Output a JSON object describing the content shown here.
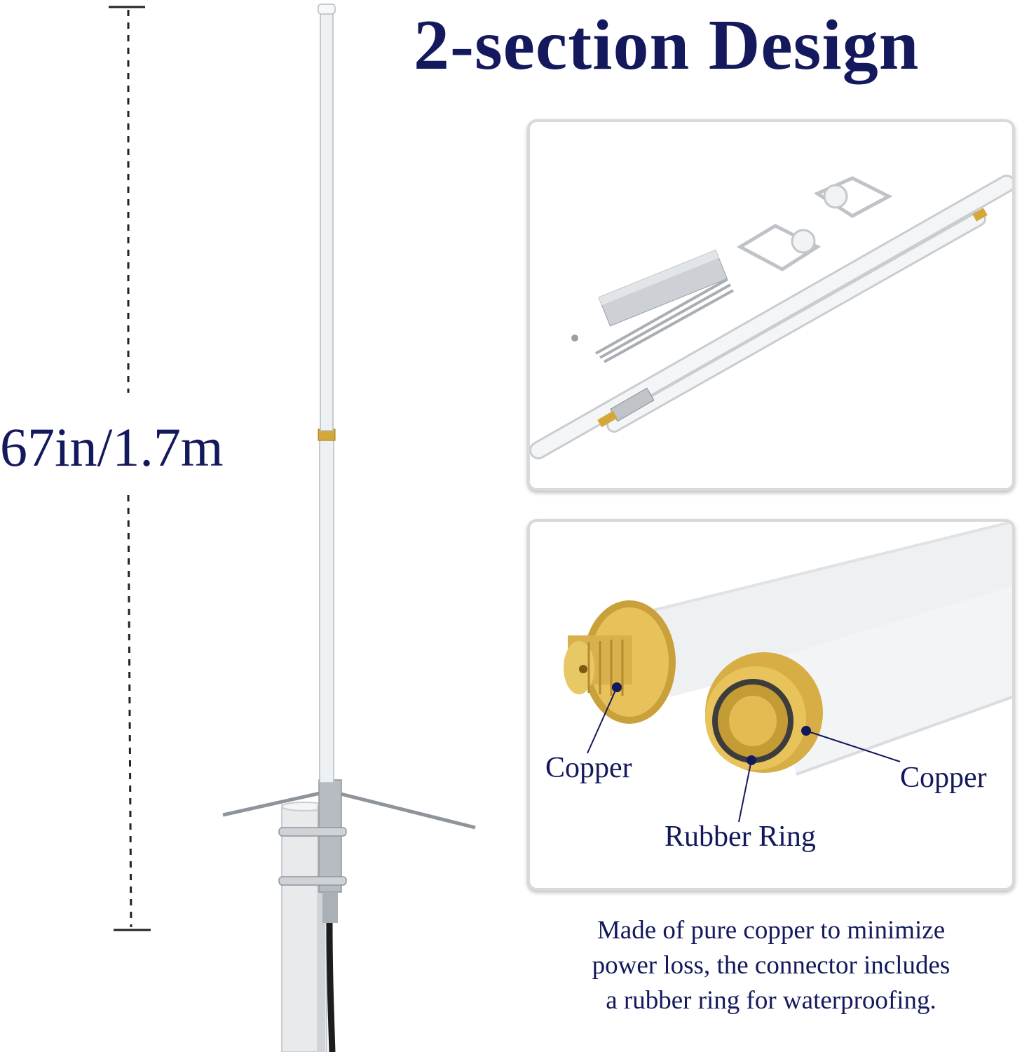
{
  "title": "2-section Design",
  "height_label": "67in/1.7m",
  "callouts": {
    "copper_left": "Copper",
    "copper_right": "Copper",
    "rubber_ring": "Rubber Ring"
  },
  "caption_lines": [
    "Made of pure copper to minimize",
    "power loss, the connector includes",
    "a rubber ring for waterproofing."
  ],
  "colors": {
    "text_navy": "#13195c",
    "brass": "#d4a838",
    "fiberglass_white": "#f2f4f6"
  }
}
